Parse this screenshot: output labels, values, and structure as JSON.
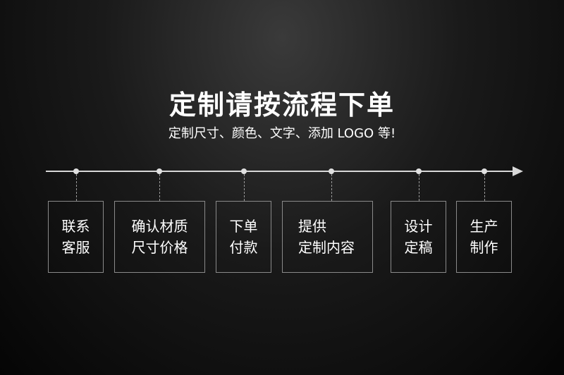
{
  "title": "定制请按流程下单",
  "subtitle": "定制尺寸、颜色、文字、添加 LOGO 等!",
  "steps": [
    {
      "line1": "联系",
      "line2": "客服"
    },
    {
      "line1": "确认材质",
      "line2": "尺寸价格"
    },
    {
      "line1": "下单",
      "line2": "付款"
    },
    {
      "line1": "提供",
      "line2": "定制内容"
    },
    {
      "line1": "设计",
      "line2": "定稿"
    },
    {
      "line1": "生产",
      "line2": "制作"
    }
  ]
}
